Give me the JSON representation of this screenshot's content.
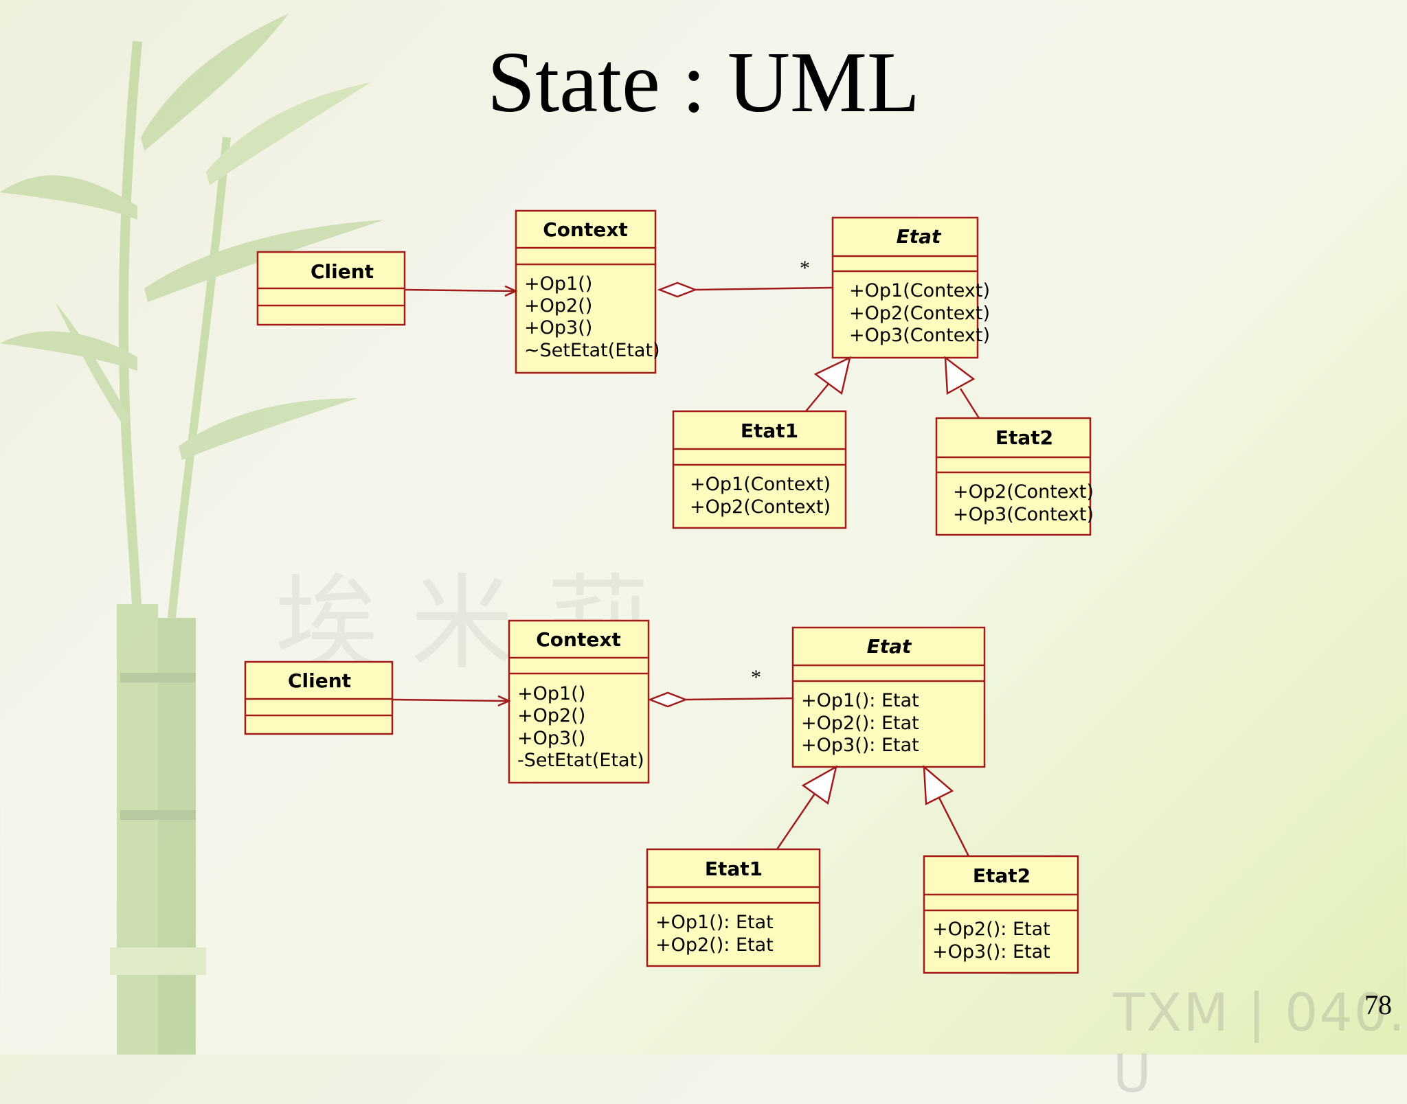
{
  "title": "State : UML",
  "page_number": "78",
  "watermark": "TXM | 040. U",
  "colors": {
    "box_fill": "#fdfbbe",
    "box_stroke": "#a31a1a",
    "text": "#000000",
    "background": "#f0f2e2"
  },
  "diagram1": {
    "client": {
      "name": "Client"
    },
    "context": {
      "name": "Context",
      "ops": [
        "+Op1()",
        "+Op2()",
        "+Op3()",
        "~SetEtat(Etat)"
      ]
    },
    "etat": {
      "name": "Etat",
      "ops": [
        "+Op1(Context)",
        "+Op2(Context)",
        "+Op3(Context)"
      ]
    },
    "etat1": {
      "name": "Etat1",
      "ops": [
        "+Op1(Context)",
        "+Op2(Context)"
      ]
    },
    "etat2": {
      "name": "Etat2",
      "ops": [
        "+Op2(Context)",
        "+Op3(Context)"
      ]
    },
    "multiplicity": "*"
  },
  "diagram2": {
    "client": {
      "name": "Client"
    },
    "context": {
      "name": "Context",
      "ops": [
        "+Op1()",
        "+Op2()",
        "+Op3()",
        "-SetEtat(Etat)"
      ]
    },
    "etat": {
      "name": "Etat",
      "ops": [
        "+Op1(): Etat",
        "+Op2(): Etat",
        "+Op3(): Etat"
      ]
    },
    "etat1": {
      "name": "Etat1",
      "ops": [
        "+Op1(): Etat",
        "+Op2(): Etat"
      ]
    },
    "etat2": {
      "name": "Etat2",
      "ops": [
        "+Op2(): Etat",
        "+Op3(): Etat"
      ]
    },
    "multiplicity": "*"
  }
}
